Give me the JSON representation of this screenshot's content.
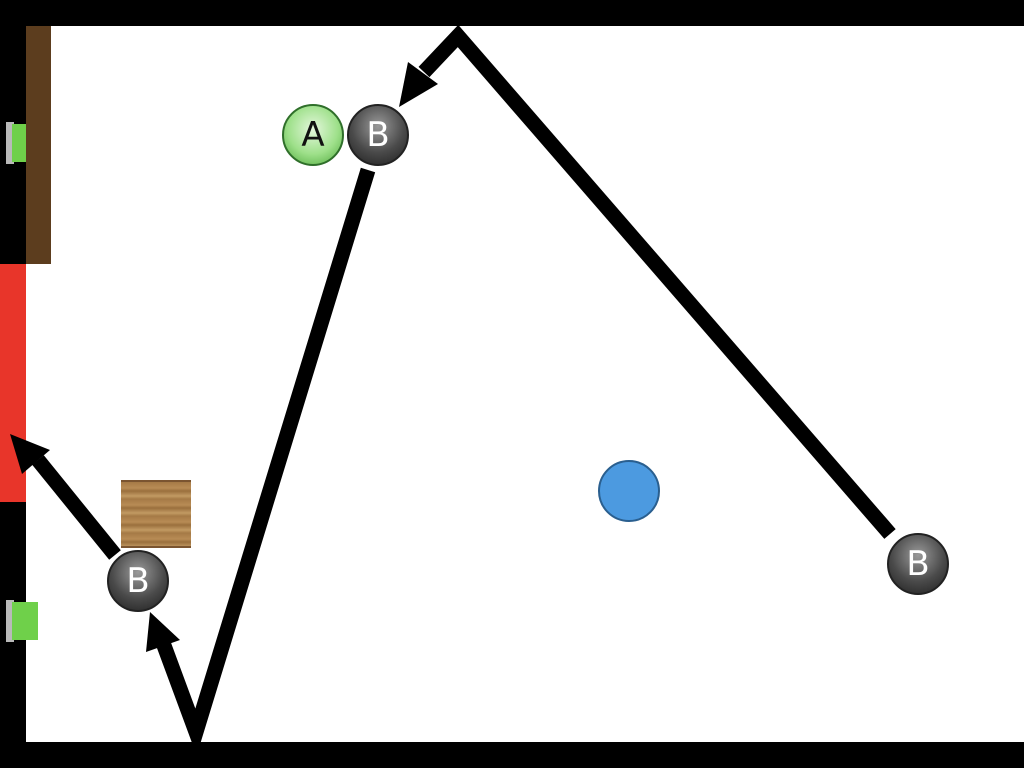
{
  "game": {
    "balls": [
      {
        "id": "a",
        "label": "A",
        "color": "#9ee08a"
      },
      {
        "id": "b1",
        "label": "B",
        "color": "#4a4a4a"
      },
      {
        "id": "b2",
        "label": "B",
        "color": "#4a4a4a"
      },
      {
        "id": "b3",
        "label": "B",
        "color": "#4a4a4a"
      }
    ],
    "target_ball_color": "#4c9ae0",
    "goal_color": "#e8352a",
    "wall_color": "#000000",
    "switch_color": "#6fd04a",
    "crate_icon": "wooden-crate",
    "wood_strip_color": "#5c3d1e"
  }
}
